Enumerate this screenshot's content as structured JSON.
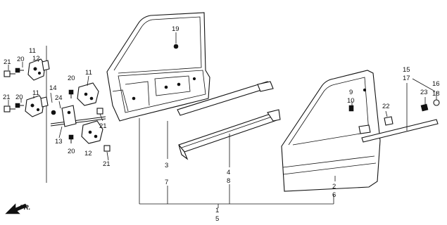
{
  "diagram": {
    "callouts": [
      "21",
      "12",
      "20",
      "11",
      "21",
      "20",
      "11",
      "14",
      "24",
      "13",
      "20",
      "11",
      "21",
      "20",
      "12",
      "21",
      "19",
      "3",
      "7",
      "4",
      "8",
      "1",
      "5",
      "9",
      "10",
      "2",
      "6",
      "22",
      "15",
      "17",
      "23",
      "16",
      "18"
    ],
    "direction_label": "FR."
  }
}
